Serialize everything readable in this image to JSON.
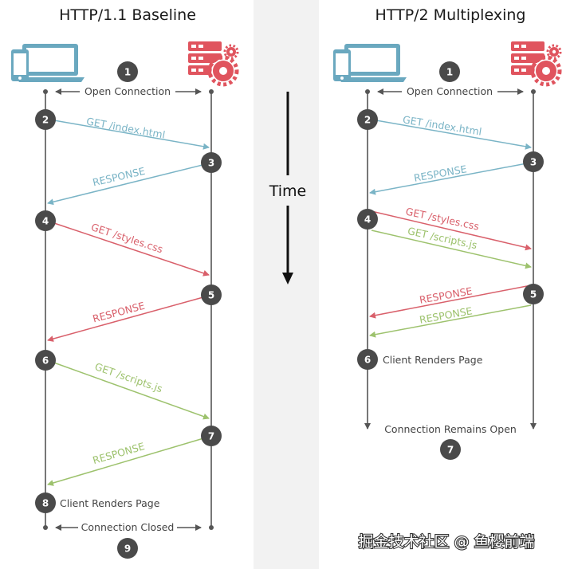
{
  "panels": {
    "left": {
      "title": "HTTP/1.1 Baseline",
      "open_label": "Open Connection",
      "close_label": "Connection Closed",
      "render_label": "Client Renders Page",
      "messages": [
        {
          "text": "GET /index.html",
          "color": "#7ab4c6"
        },
        {
          "text": "RESPONSE",
          "color": "#7ab4c6"
        },
        {
          "text": "GET /styles.css",
          "color": "#d9606b"
        },
        {
          "text": "RESPONSE",
          "color": "#d9606b"
        },
        {
          "text": "GET /scripts.js",
          "color": "#9dc26d"
        },
        {
          "text": "RESPONSE",
          "color": "#9dc26d"
        }
      ],
      "steps": [
        "1",
        "2",
        "3",
        "4",
        "5",
        "6",
        "7",
        "8",
        "9"
      ]
    },
    "right": {
      "title": "HTTP/2 Multiplexing",
      "open_label": "Open Connection",
      "remains_label": "Connection Remains Open",
      "render_label": "Client Renders Page",
      "messages": [
        {
          "text": "GET /index.html",
          "color": "#7ab4c6"
        },
        {
          "text": "RESPONSE",
          "color": "#7ab4c6"
        },
        {
          "text": "GET /styles.css",
          "color": "#d9606b"
        },
        {
          "text": "GET /scripts.js",
          "color": "#9dc26d"
        },
        {
          "text": "RESPONSE",
          "color": "#d9606b"
        },
        {
          "text": "RESPONSE",
          "color": "#9dc26d"
        }
      ],
      "steps": [
        "1",
        "2",
        "3",
        "4",
        "5",
        "6",
        "7"
      ]
    }
  },
  "time_label": "Time",
  "watermark": "掘金技术社区 @ 鱼樱前端",
  "colors": {
    "client_icon": "#6aa8bf",
    "server_icon": "#e0545e",
    "lifeline": "#555555",
    "step_circle": "#4a4a4a",
    "center_band": "#f2f2f2"
  }
}
